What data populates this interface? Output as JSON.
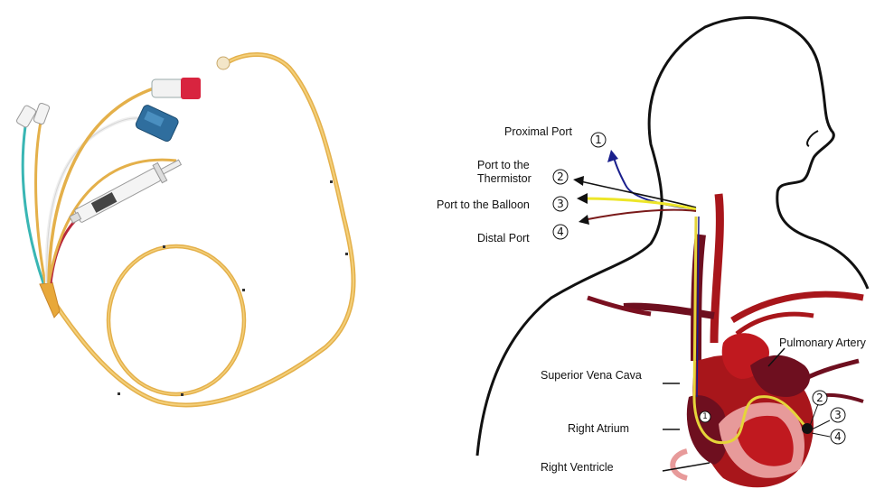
{
  "labels": {
    "proximal_port": "Proximal Port",
    "port_thermistor_line1": "Port to the",
    "port_thermistor_line2": "Thermistor",
    "port_balloon": "Port to the Balloon",
    "distal_port": "Distal Port",
    "superior_vena_cava": "Superior Vena Cava",
    "right_atrium": "Right Atrium",
    "right_ventricle": "Right Ventricle",
    "pulmonary_artery": "Pulmonary Artery"
  },
  "port_numbers": [
    "1",
    "2",
    "3",
    "4"
  ],
  "colors": {
    "catheter": "#e8b548",
    "lumen_proximal": "#1a1f8c",
    "lumen_thermistor": "#111111",
    "lumen_balloon": "#ede629",
    "lumen_distal": "#7a1a1a",
    "vessel": "#a8161b",
    "heart_dark": "#6e0f1f",
    "heart_pink": "#e79a9a"
  }
}
